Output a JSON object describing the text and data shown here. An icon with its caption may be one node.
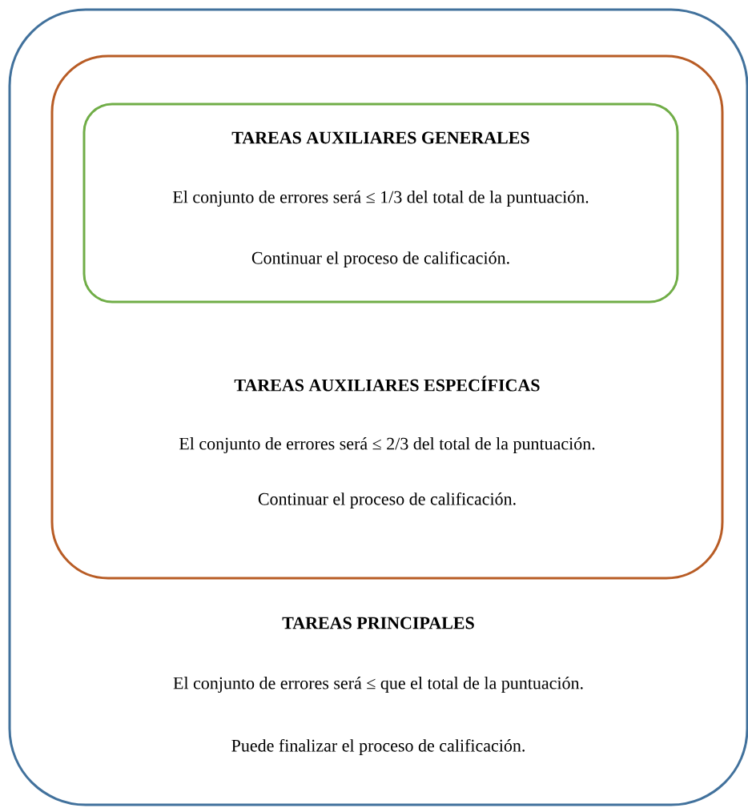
{
  "diagram": {
    "nodes": [
      {
        "text": [
          "TAREAS PRINCIPALES",
          "El conjunto de errores será ≤ que el total de la puntuación.",
          "Puede finalizar el proceso de calificación."
        ]
      },
      {
        "text": [
          "TAREAS AUXILIARES ESPECÍFICAS",
          "El conjunto de errores será ≤ 2/3 del total de la puntuación.",
          "Continuar el proceso de calificación."
        ],
        "in": 0
      },
      {
        "text": [
          "TAREAS AUXILIARES GENERALES",
          "El conjunto de errores será ≤ 1/3 del total de la puntuación.",
          "Continuar el proceso de calificación."
        ],
        "in": 1
      }
    ]
  }
}
